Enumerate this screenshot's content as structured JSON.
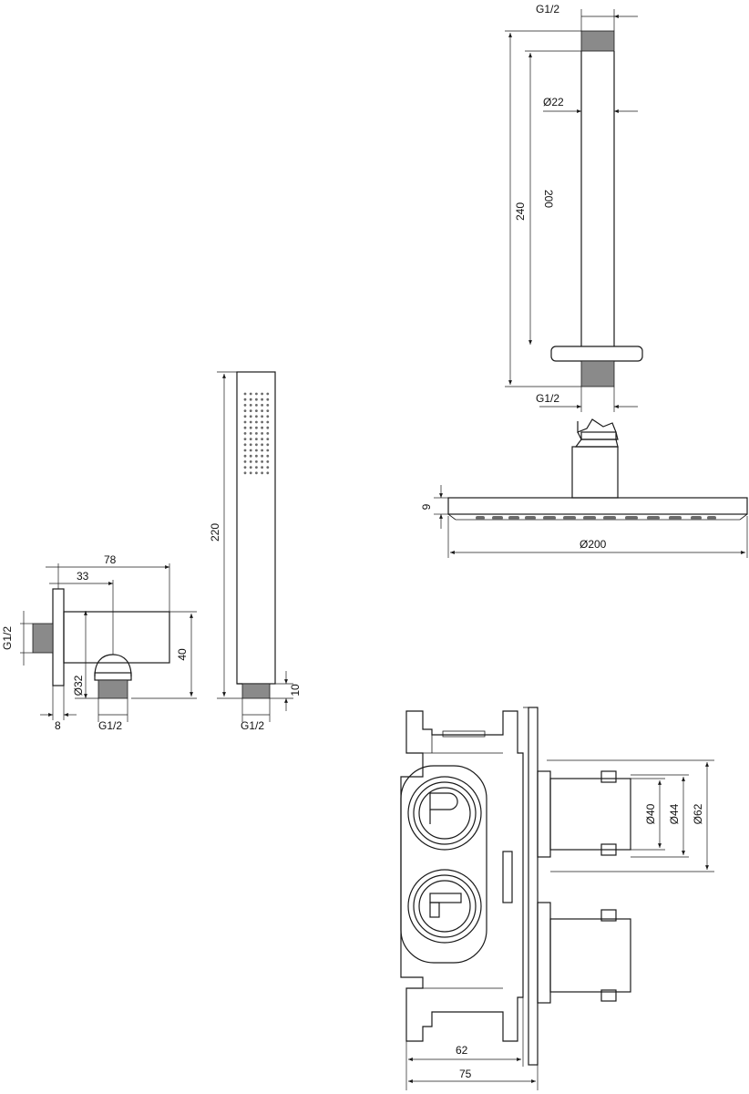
{
  "colors": {
    "line": "#1a1a1a",
    "thread_fill": "#8a8a8a",
    "background": "#ffffff"
  },
  "shower_arm": {
    "thread_top_label": "G1/2",
    "diameter_label": "Ø22",
    "length_200_label": "200",
    "length_240_label": "240",
    "thread_bottom_label": "G1/2"
  },
  "rain_head": {
    "height_label": "9",
    "diameter_label": "Ø200"
  },
  "hand_shower": {
    "length_label": "220",
    "end_height_label": "10",
    "thread_label": "G1/2"
  },
  "wall_outlet": {
    "width_78_label": "78",
    "width_33_label": "33",
    "thread_left_label": "G1/2",
    "height_40_label": "40",
    "diameter_32_label": "Ø32",
    "flange_8_label": "8",
    "thread_bottom_label": "G1/2"
  },
  "mixer_body": {
    "diameter_40_label": "Ø40",
    "diameter_44_label": "Ø44",
    "diameter_62_label": "Ø62",
    "depth_62_label": "62",
    "depth_75_label": "75"
  }
}
